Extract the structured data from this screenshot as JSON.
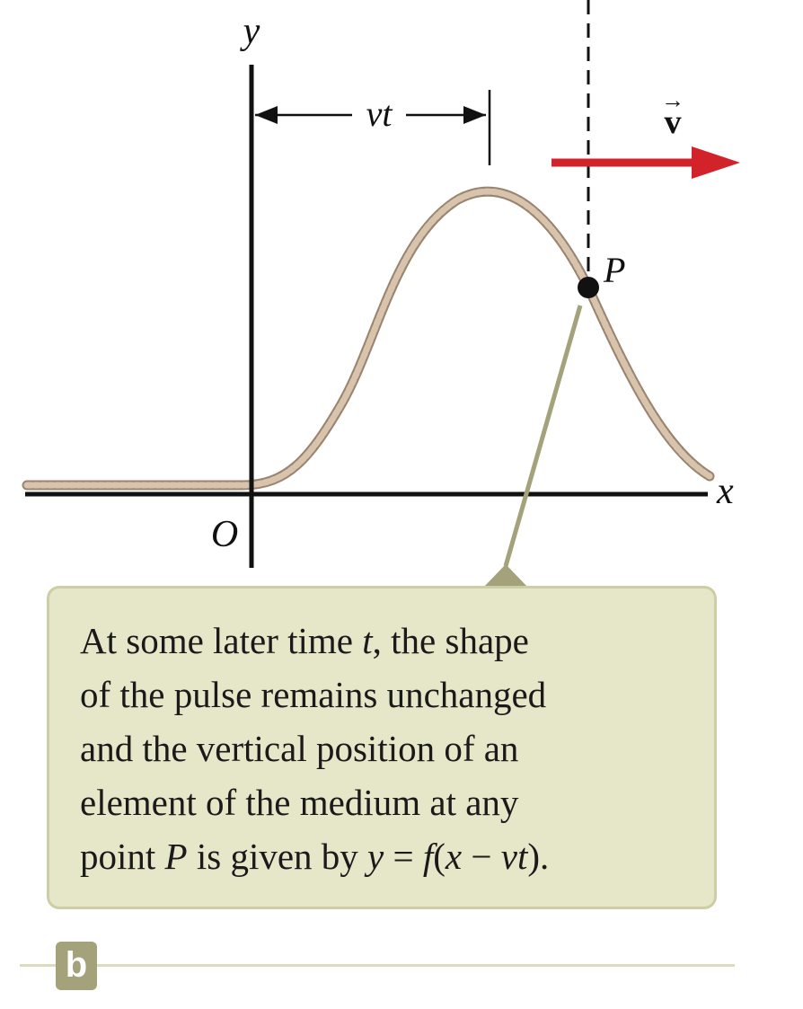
{
  "labels": {
    "y_axis": "y",
    "x_axis": "x",
    "origin": "O",
    "displacement": "vt",
    "velocity_arrow": "→",
    "velocity": "v",
    "point": "P"
  },
  "caption": {
    "line1_a": "At some later time ",
    "line1_t": "t",
    "line1_b": ", the shape",
    "line2": "of the pulse remains unchanged",
    "line3": "and the vertical position of an",
    "line4": "element of the medium at any",
    "line5_a": "point ",
    "line5_P": "P",
    "line5_b": " is given by ",
    "line5_y": "y",
    "line5_eq": " = ",
    "line5_f": "f",
    "line5_paren_open": "(",
    "line5_x": "x",
    "line5_minus": " − ",
    "line5_vt": "vt",
    "line5_paren_close": ").",
    "panel_label": "b"
  },
  "colors": {
    "rope": "#c9b29a",
    "rope_dark": "#9a8470",
    "velocity_arrow": "#d2232a",
    "callout_line": "#a4a27a",
    "caption_bg": "#e6e6c8"
  }
}
